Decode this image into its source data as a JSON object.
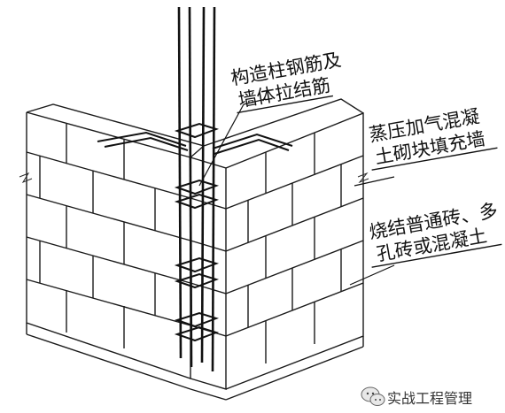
{
  "labels": {
    "column_rebar": {
      "line1": "构造柱钢筋及",
      "line2": "墙体拉结筋"
    },
    "aac_block": {
      "line1": "蒸压加气混凝",
      "line2": "土砌块填充墙"
    },
    "fired_brick": {
      "line1": "烧结普通砖、多",
      "line2": "孔砖或混凝土"
    }
  },
  "watermark": {
    "text": "实战工程管理",
    "icon": "wechat-icon"
  }
}
